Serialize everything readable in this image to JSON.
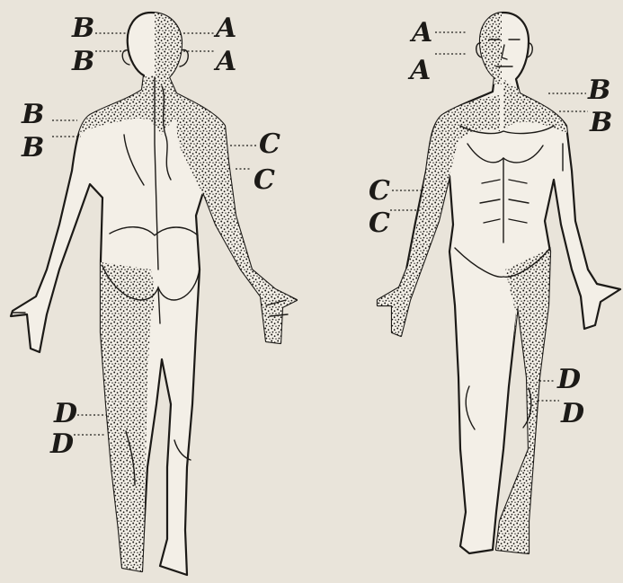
{
  "figure": {
    "back_view": {
      "labels": {
        "head_left": [
          "B",
          "B"
        ],
        "head_right": [
          "A",
          "A"
        ],
        "shoulder_left": [
          "B",
          "B"
        ],
        "arm_right": [
          "C",
          "C"
        ],
        "leg_left": [
          "D",
          "D"
        ]
      }
    },
    "front_view": {
      "labels": {
        "head_left": [
          "A",
          "A"
        ],
        "shoulder_right": [
          "B",
          "B"
        ],
        "arm_left": [
          "C",
          "C"
        ],
        "leg_right": [
          "D",
          "D"
        ]
      }
    },
    "colors": {
      "paper": "#e9e4da",
      "ink": "#1c1a17",
      "figure_fill": "#f3efe7"
    }
  }
}
